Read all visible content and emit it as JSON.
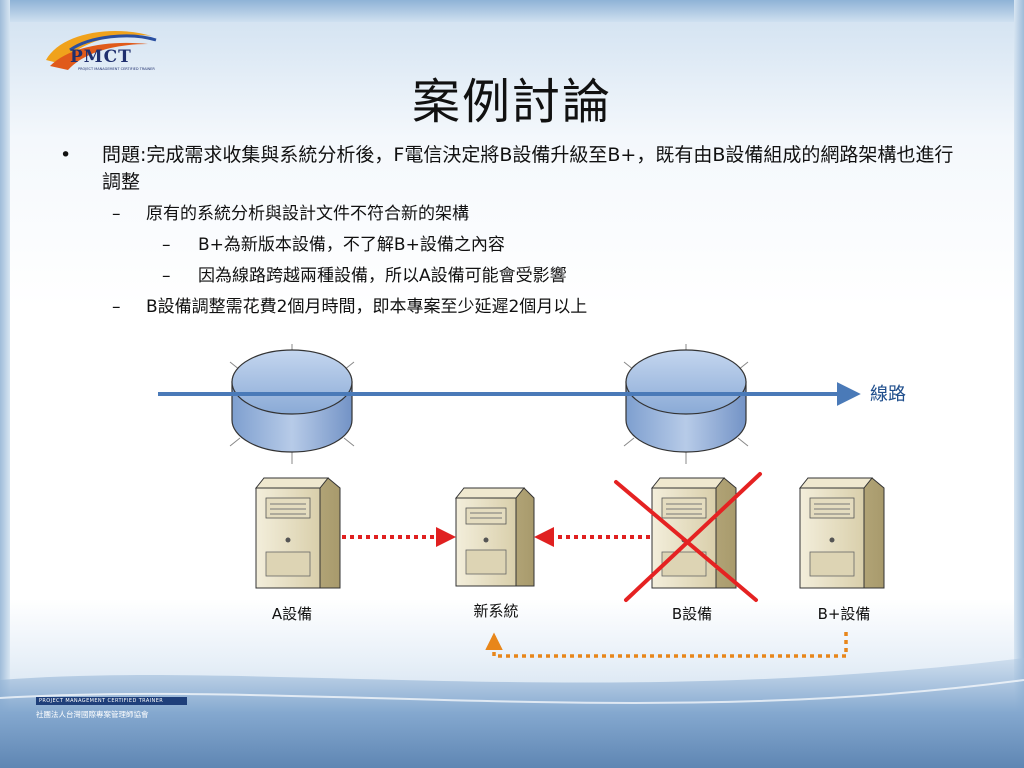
{
  "slide": {
    "title": "案例討論",
    "logo_text": "PMCT",
    "logo_subtitle": "PROJECT MANAGEMENT CERTIFIED TRAINER"
  },
  "bullets": [
    {
      "level": 1,
      "marker": "•",
      "text": "問題:完成需求收集與系統分析後，F電信決定將B設備升級至B+，既有由B設備組成的網路架構也進行調整"
    },
    {
      "level": 2,
      "marker": "–",
      "text": "原有的系統分析與設計文件不符合新的架構"
    },
    {
      "level": 3,
      "marker": "–",
      "text": "B+為新版本設備，不了解B+設備之內容"
    },
    {
      "level": 3,
      "marker": "–",
      "text": "因為線路跨越兩種設備，所以A設備可能會受影響"
    },
    {
      "level": 2,
      "marker": "–",
      "text": "B設備調整需花費2個月時間，即本專案至少延遲2個月以上"
    }
  ],
  "diagram": {
    "route_label": "線路",
    "servers": [
      {
        "label": "A設備"
      },
      {
        "label": "新系統"
      },
      {
        "label": "B設備",
        "crossed_out": true
      },
      {
        "label": "B+設備"
      }
    ]
  },
  "footer": {
    "trainer_banner": "PROJECT MANAGEMENT CERTIFIED TRAINER",
    "organization": "社團法人台灣國際專案管理師協會"
  },
  "colors": {
    "route_line": "#4a7ab8",
    "router_fill": "#8fb0dc",
    "red_dotted": "#e02020",
    "orange_dotted": "#e8861a",
    "cross": "#e52222",
    "server_body": "#e9e1c6"
  }
}
